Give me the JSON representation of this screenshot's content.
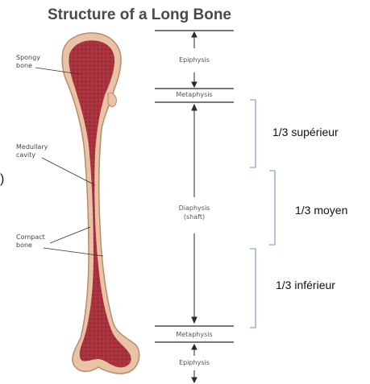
{
  "title": "Structure of a Long Bone",
  "bone_labels": [
    {
      "text": "Spongy bone"
    },
    {
      "text": "Medullary cavity"
    },
    {
      "text": "Compact bone"
    }
  ],
  "segments": {
    "epiphysis_top": "Epiphysis",
    "metaphysis_top": "Metaphysis",
    "diaphysis": "Diaphysis",
    "diaphysis_sub": "(shaft)",
    "metaphysis_bottom": "Metaphysis",
    "epiphysis_bottom": "Epiphysis"
  },
  "thirds": {
    "upper": "1/3 supérieur",
    "middle": "1/3 moyen",
    "lower": "1/3 inférieur"
  },
  "left_edge_glyph": ")",
  "colors": {
    "bone_outer": "#e8c3a6",
    "bone_edge": "#b98a6c",
    "marrow": "#a8323e",
    "scale_line": "#2a2a2a",
    "bracket": "#6f93c9"
  }
}
